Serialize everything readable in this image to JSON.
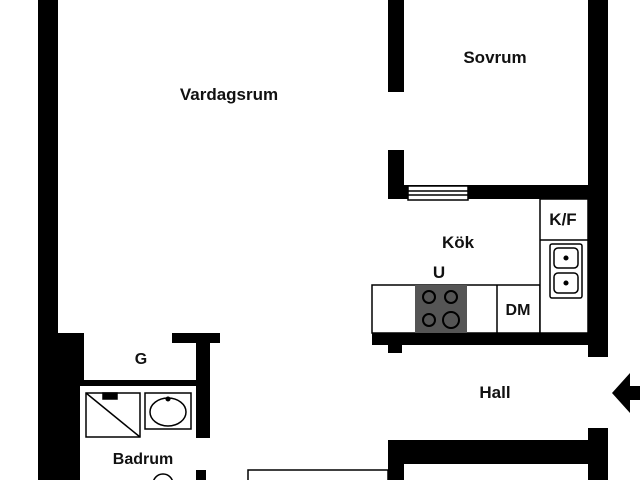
{
  "floorplan": {
    "rooms": {
      "living_room": "Vardagsrum",
      "bedroom": "Sovrum",
      "kitchen": "Kök",
      "fridge_freezer": "K/F",
      "stove": "U",
      "dishwasher": "DM",
      "hall": "Hall",
      "wardrobe": "G",
      "bathroom": "Badrum"
    },
    "entrance_arrow": "entrance-arrow-icon"
  },
  "colors": {
    "wall": "#000000",
    "stove": "#555555",
    "fixture": "#333333",
    "background": "#ffffff"
  }
}
